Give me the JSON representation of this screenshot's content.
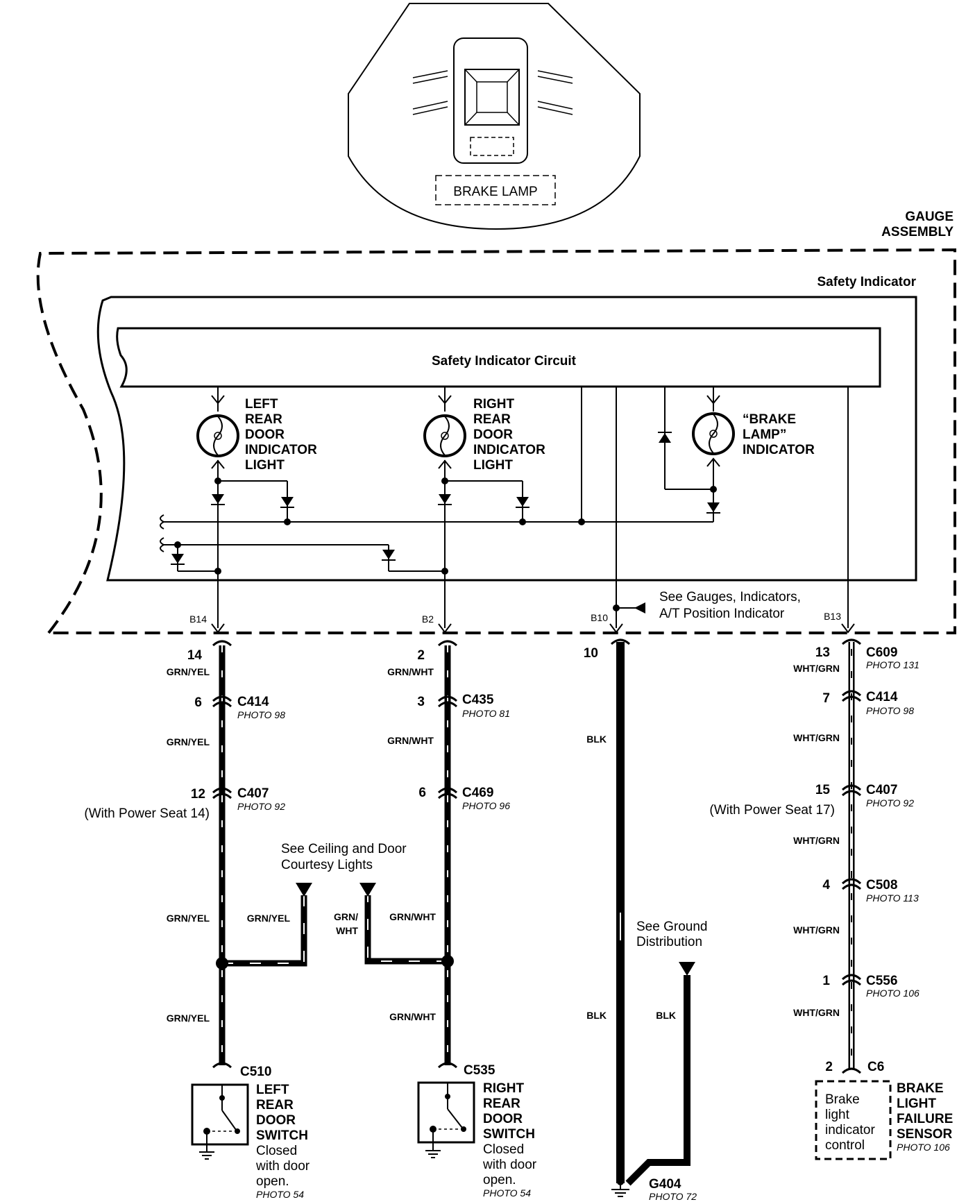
{
  "dash_label": "BRAKE LAMP",
  "gauge_assembly": [
    "GAUGE",
    "ASSEMBLY"
  ],
  "safety_indicator": "Safety Indicator",
  "circuit_title": "Safety Indicator Circuit",
  "lights": {
    "left": [
      "LEFT",
      "REAR",
      "DOOR",
      "INDICATOR",
      "LIGHT"
    ],
    "right": [
      "RIGHT",
      "REAR",
      "DOOR",
      "INDICATOR",
      "LIGHT"
    ],
    "brake": [
      "“BRAKE",
      "LAMP”",
      "INDICATOR"
    ]
  },
  "pins": {
    "b14": "B14",
    "b2": "B2",
    "b10": "B10",
    "b13": "B13"
  },
  "see_gauges": [
    "See Gauges, Indicators,",
    "A/T Position Indicator"
  ],
  "wires": {
    "left": {
      "terminals": [
        "14",
        "6",
        "12"
      ],
      "connectors": [
        {
          "name": "C414",
          "photo": "PHOTO 98"
        },
        {
          "name": "C407",
          "photo": "PHOTO 92"
        }
      ],
      "power_seat_note": "(With Power Seat 14)",
      "colors": [
        "GRN/YEL",
        "GRN/YEL",
        "GRN/YEL",
        "GRN/YEL"
      ],
      "branch_color": "GRN/YEL",
      "switch_connector": "C510",
      "switch_label": [
        "LEFT",
        "REAR",
        "DOOR",
        "SWITCH"
      ],
      "switch_note": [
        "Closed",
        "with door",
        "open."
      ],
      "switch_photo": "PHOTO 54"
    },
    "right": {
      "terminals": [
        "2",
        "3",
        "6"
      ],
      "connectors": [
        {
          "name": "C435",
          "photo": "PHOTO 81"
        },
        {
          "name": "C469",
          "photo": "PHOTO 96"
        }
      ],
      "colors": [
        "GRN/WHT",
        "GRN/WHT",
        "GRN/WHT",
        "GRN/WHT"
      ],
      "branch_color": [
        "GRN/",
        "WHT"
      ],
      "switch_connector": "C535",
      "switch_label": [
        "RIGHT",
        "REAR",
        "DOOR",
        "SWITCH"
      ],
      "switch_note": [
        "Closed",
        "with door",
        "open."
      ],
      "switch_photo": "PHOTO 54"
    },
    "ground": {
      "terminal": "10",
      "colors": [
        "BLK",
        "BLK",
        "BLK"
      ],
      "see_ground": [
        "See Ground",
        "Distribution"
      ],
      "ground_name": "G404",
      "ground_photo": "PHOTO 72"
    },
    "brake": {
      "terminals": [
        "13",
        "7",
        "15",
        "4",
        "1",
        "2"
      ],
      "connectors": [
        {
          "name": "C609",
          "photo": "PHOTO 131"
        },
        {
          "name": "C414",
          "photo": "PHOTO 98"
        },
        {
          "name": "C407",
          "photo": "PHOTO 92"
        },
        {
          "name": "C508",
          "photo": "PHOTO 113"
        },
        {
          "name": "C556",
          "photo": "PHOTO 106"
        }
      ],
      "power_seat_note": "(With Power Seat 17)",
      "colors": [
        "WHT/GRN",
        "WHT/GRN",
        "WHT/GRN",
        "WHT/GRN",
        "WHT/GRN"
      ],
      "final_connector": "C6",
      "sensor_box": [
        "Brake",
        "light",
        "indicator",
        "control"
      ],
      "sensor_label": [
        "BRAKE",
        "LIGHT",
        "FAILURE",
        "SENSOR"
      ],
      "sensor_photo": "PHOTO 106"
    }
  },
  "see_ceiling": [
    "See Ceiling and Door",
    "Courtesy Lights"
  ]
}
